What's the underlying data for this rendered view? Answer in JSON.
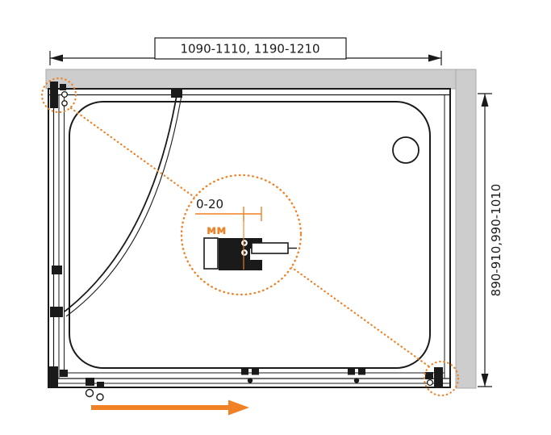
{
  "labels": {
    "width_range": "1090-1110, 1190-1210",
    "height_range": "890-910,990-1010",
    "detail_range": "0-20",
    "detail_unit": "мм"
  },
  "colors": {
    "accent": "#F08124",
    "wall": "#CDCDCD",
    "wallBorder": "#A9A9A9",
    "line": "#1A1A1A"
  }
}
